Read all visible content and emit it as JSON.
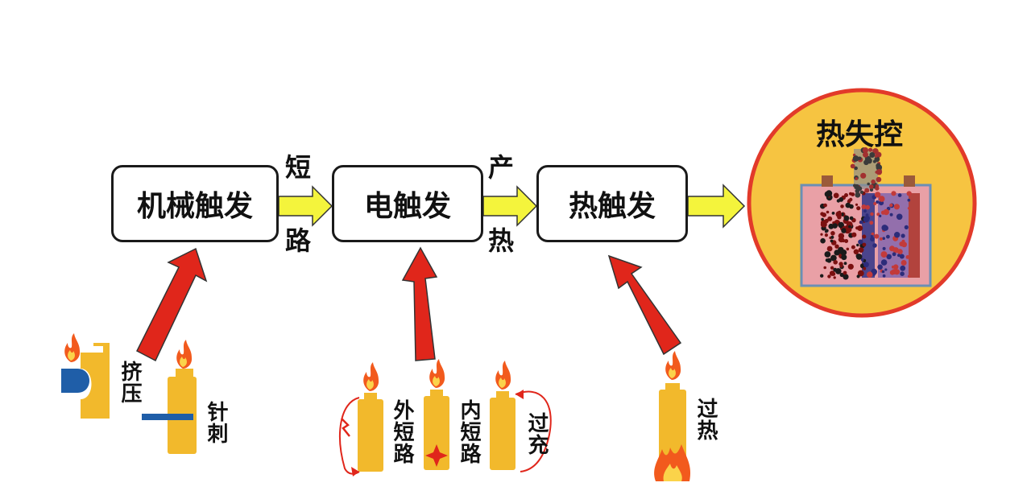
{
  "stages": {
    "mechanical": "机械触发",
    "electrical": "电触发",
    "thermal": "热触发"
  },
  "connectors": {
    "short_circuit_top": "短",
    "short_circuit_bottom": "路",
    "heat_top": "产",
    "heat_bottom": "热"
  },
  "result": {
    "title": "热失控"
  },
  "triggers": {
    "squeeze": "挤压",
    "nail": "针刺",
    "external_short": "外短路",
    "internal_short": "内短路",
    "overcharge": "过充",
    "overheat": "过热"
  },
  "colors": {
    "arrow_yellow": "#f4f43c",
    "arrow_red": "#e0261b",
    "battery": "#f2b92c",
    "circle_fill": "#f6c441",
    "circle_border": "#e23a2a"
  }
}
